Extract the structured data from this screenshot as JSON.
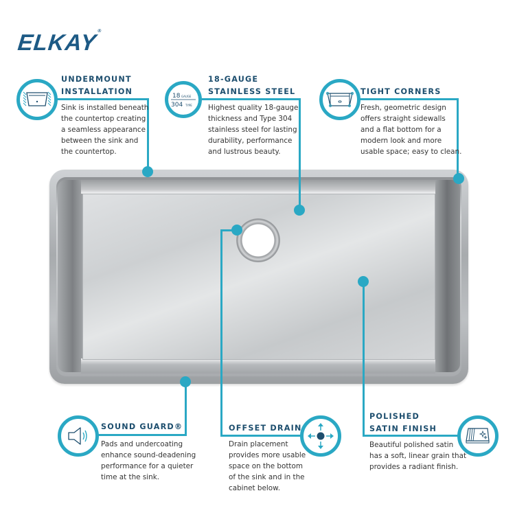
{
  "brand": {
    "name": "ELKAY",
    "trademark": "®",
    "color": "#1d5a85"
  },
  "accent_color": "#2aa8c4",
  "title_color": "#1d4e6e",
  "features": {
    "undermount": {
      "icon": "undermount-sink-icon",
      "title_lines": [
        "UNDERMOUNT",
        "INSTALLATION"
      ],
      "desc_lines": [
        "Sink is installed beneath",
        "the countertop creating",
        "a seamless appearance",
        "between the sink and",
        "the countertop."
      ]
    },
    "gauge": {
      "icon": "gauge-type-icon",
      "icon_text": {
        "top_num": "18",
        "top_label": "GAUGE",
        "bottom_num": "304",
        "bottom_label": "TYPE"
      },
      "title_lines": [
        "18-GAUGE",
        "STAINLESS STEEL"
      ],
      "desc_lines": [
        "Highest quality 18-gauge",
        "thickness and Type 304",
        "stainless steel for lasting",
        "durability, performance",
        "and lustrous beauty."
      ]
    },
    "corners": {
      "icon": "tight-corners-icon",
      "title_lines": [
        "TIGHT CORNERS"
      ],
      "desc_lines": [
        "Fresh, geometric design",
        "offers straight sidewalls",
        "and a flat bottom for a",
        "modern look and more",
        "usable space; easy to clean."
      ]
    },
    "sound": {
      "icon": "speaker-icon",
      "title_lines": [
        "SOUND GUARD®"
      ],
      "desc_lines": [
        "Pads and undercoating",
        "enhance sound-deadening",
        "performance for a quieter",
        "time at the sink."
      ]
    },
    "drain": {
      "icon": "offset-drain-arrows-icon",
      "title_lines": [
        "OFFSET DRAIN"
      ],
      "desc_lines": [
        "Drain placement",
        "provides more usable",
        "space on the bottom",
        "of the sink and in the",
        "cabinet below."
      ]
    },
    "finish": {
      "icon": "polished-surface-sparkle-icon",
      "title_lines": [
        "POLISHED",
        "SATIN FINISH"
      ],
      "desc_lines": [
        "Beautiful polished satin",
        "has a soft, linear grain that",
        "provides a radiant finish."
      ]
    }
  }
}
